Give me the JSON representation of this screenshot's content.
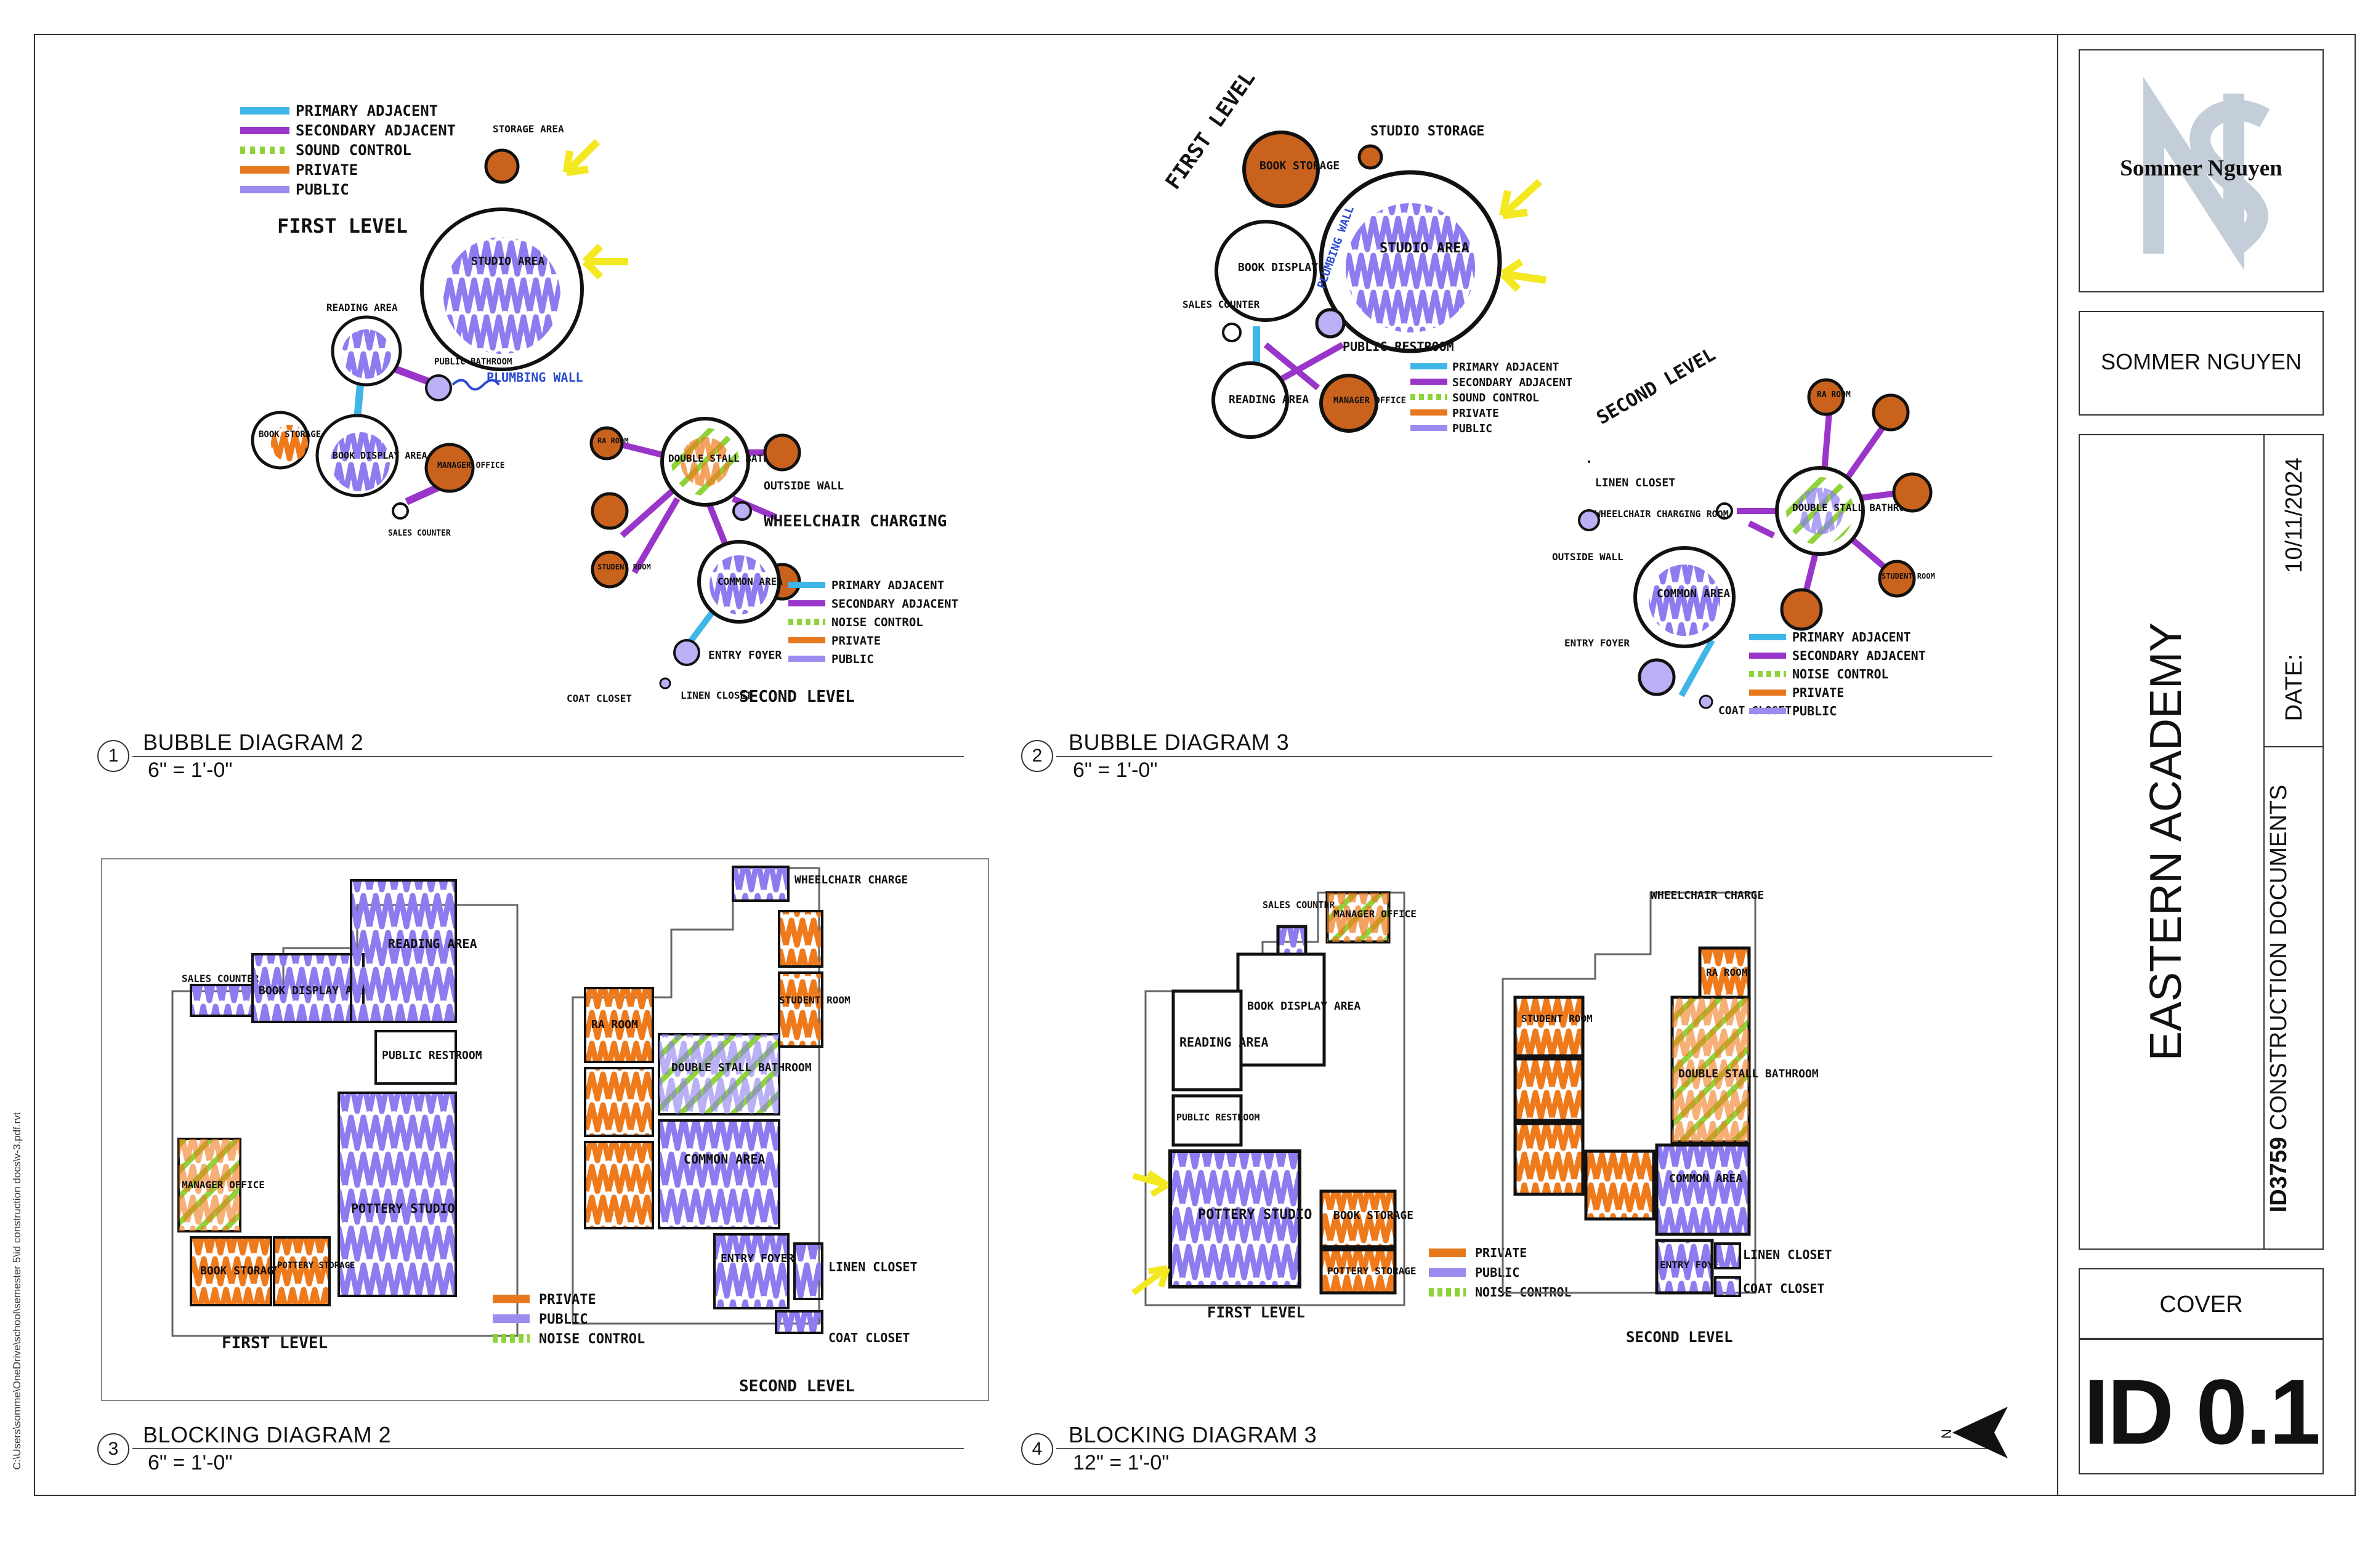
{
  "file_path": "C:\\Users\\somme\\OneDrive\\school\\semester 5\\id construction docs\\v-3.pdf.rvt",
  "title_block": {
    "logo_text": "Sommer Nguyen",
    "designer": "SOMMER NGUYEN",
    "project": "EASTERN ACADEMY",
    "date_label": "DATE:",
    "date": "10/11/2024",
    "course_code": "ID3759",
    "course_name": "CONSTRUCTION DOCUMENTS",
    "sheet_name": "COVER",
    "sheet_number": "ID 0.1"
  },
  "views": [
    {
      "number": "1",
      "title": "BUBBLE DIAGRAM 2",
      "scale": "6\" = 1'-0\""
    },
    {
      "number": "2",
      "title": "BUBBLE DIAGRAM 3",
      "scale": "6\" = 1'-0\""
    },
    {
      "number": "3",
      "title": "BLOCKING DIAGRAM 2",
      "scale": "6\" = 1'-0\""
    },
    {
      "number": "4",
      "title": "BLOCKING DIAGRAM 3",
      "scale": "12\" = 1'-0\""
    }
  ],
  "north_label": "N",
  "colors": {
    "primary_adjacent": "#3fb6e8",
    "secondary_adjacent": "#9a35c9",
    "sound_control": "#8fd33a",
    "private": "#e8781e",
    "public": "#9b8cf0",
    "bubble_fill_public": "#b9b0f5",
    "bubble_fill_private": "#c9621d"
  },
  "bubble1": {
    "legend": [
      "PRIMARY ADJACENT",
      "SECONDARY ADJACENT",
      "SOUND CONTROL",
      "PRIVATE",
      "PUBLIC"
    ],
    "first_level_label": "FIRST LEVEL",
    "second_level_label": "SECOND LEVEL",
    "legend2": [
      "PRIMARY ADJACENT",
      "SECONDARY ADJACENT",
      "NOISE CONTROL",
      "PRIVATE",
      "PUBLIC"
    ],
    "labels": {
      "storage": "STORAGE AREA",
      "studio": "STUDIO AREA",
      "reading": "READING AREA",
      "public_bathroom": "PUBLIC BATHROOM",
      "plumbing": "PLUMBING WALL",
      "book_storage": "BOOK STORAGE ROOM",
      "book_display": "BOOK DISPLAY AREA",
      "manager": "MANAGER OFFICE",
      "sales": "SALES COUNTER",
      "double_stall": "DOUBLE STALL BATHROOM",
      "common": "COMMON AREA",
      "entry": "ENTRY FOYER",
      "linen": "LINEN CLOSET",
      "coat": "COAT CLOSET",
      "outside_wall": "OUTSIDE WALL",
      "wheelchair": "WHEELCHAIR CHARGING",
      "student": "STUDENT ROOM",
      "ra": "RA ROOM"
    }
  },
  "bubble2": {
    "first_level_label": "FIRST LEVEL",
    "second_level_label": "SECOND LEVEL",
    "legend": [
      "PRIMARY ADJACENT",
      "SECONDARY ADJACENT",
      "SOUND CONTROL",
      "PRIVATE",
      "PUBLIC"
    ],
    "legend2": [
      "PRIMARY ADJACENT",
      "SECONDARY ADJACENT",
      "NOISE CONTROL",
      "PRIVATE",
      "PUBLIC"
    ],
    "labels": {
      "book_storage": "BOOK STORAGE",
      "studio_storage": "STUDIO STORAGE",
      "book_display": "BOOK DISPLAY AREA",
      "studio": "STUDIO AREA",
      "plumbing": "PLUMBING WALL",
      "sales": "SALES COUNTER",
      "public_restroom": "PUBLIC RESTROOM",
      "reading": "READING AREA",
      "manager": "MANAGER OFFICE",
      "linen": "LINEN CLOSET",
      "wheelchair": "WHEELCHAIR CHARGING ROOM",
      "outside_wall": "OUTSIDE WALL",
      "double_stall": "DOUBLE STALL BATHROOM",
      "common": "COMMON AREA",
      "entry": "ENTRY FOYER",
      "coat": "COAT CLOSET",
      "student": "STUDENT ROOM",
      "ra": "RA ROOM"
    }
  },
  "block1": {
    "first_level_label": "FIRST LEVEL",
    "second_level_label": "SECOND LEVEL",
    "legend": [
      "PRIVATE",
      "PUBLIC",
      "NOISE CONTROL"
    ],
    "labels": {
      "sales": "SALES COUNTER",
      "book_display": "BOOK DISPLAY AREA",
      "reading": "READING AREA",
      "public_restroom": "PUBLIC RESTROOM",
      "manager": "MANAGER OFFICE",
      "book_storage": "BOOK STORAGE",
      "pottery_storage": "POTTERY STORAGE",
      "pottery_studio": "POTTERY STUDIO",
      "wheelchair": "WHEELCHAIR CHARGE",
      "student": "STUDENT ROOM",
      "ra": "RA ROOM",
      "double_stall": "DOUBLE STALL BATHROOM",
      "common": "COMMON AREA",
      "entry": "ENTRY FOYER",
      "linen": "LINEN CLOSET",
      "coat": "COAT CLOSET"
    }
  },
  "block2": {
    "first_level_label": "FIRST LEVEL",
    "second_level_label": "SECOND LEVEL",
    "legend": [
      "PRIVATE",
      "PUBLIC",
      "NOISE CONTROL"
    ],
    "labels": {
      "sales": "SALES COUNTER",
      "manager": "MANAGER OFFICE",
      "book_display": "BOOK DISPLAY AREA",
      "reading": "READING AREA",
      "public_restroom": "PUBLIC RESTROOM",
      "pottery_studio": "POTTERY STUDIO",
      "book_storage": "BOOK STORAGE",
      "pottery_storage": "POTTERY STORAGE",
      "wheelchair": "WHEELCHAIR CHARGE",
      "ra": "RA ROOM",
      "student": "STUDENT ROOM",
      "double_stall": "DOUBLE STALL BATHROOM",
      "common": "COMMON AREA",
      "entry": "ENTRY FOYER",
      "linen": "LINEN CLOSET",
      "coat": "COAT CLOSET"
    }
  }
}
